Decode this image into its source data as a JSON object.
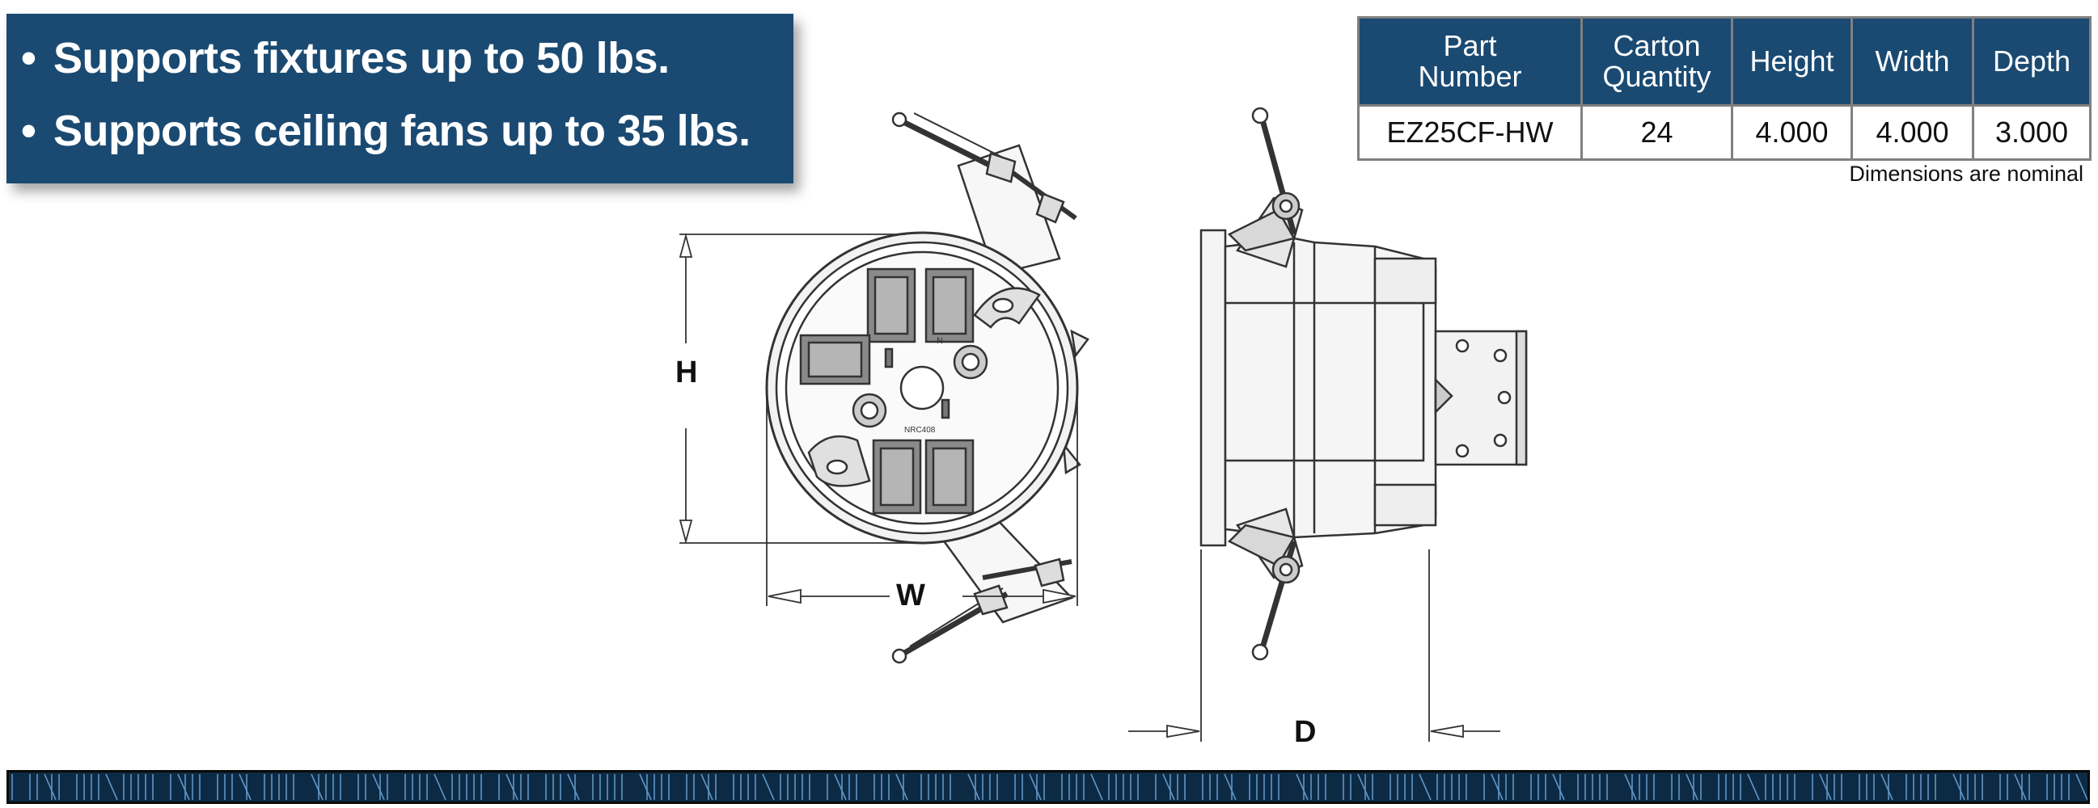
{
  "features": {
    "bullet_glyph": "•",
    "items": [
      "Supports fixtures up to 50 lbs.",
      "Supports ceiling fans up to 35 lbs."
    ]
  },
  "spec_table": {
    "headers": [
      [
        "Part",
        "Number"
      ],
      [
        "Carton",
        "Quantity"
      ],
      [
        "Height"
      ],
      [
        "Width"
      ],
      [
        "Depth"
      ]
    ],
    "rows": [
      [
        "EZ25CF-HW",
        "24",
        "4.000",
        "4.000",
        "3.000"
      ]
    ],
    "note": "Dimensions are nominal"
  },
  "drawing": {
    "height_label": "H",
    "width_label": "W",
    "depth_label": "D",
    "box_stamp": "NRC408",
    "terminal_mark": "N"
  },
  "colors": {
    "brand_blue": "#1a4a72",
    "footer_navy": "#0d2a45",
    "rule_gray": "#808080"
  }
}
